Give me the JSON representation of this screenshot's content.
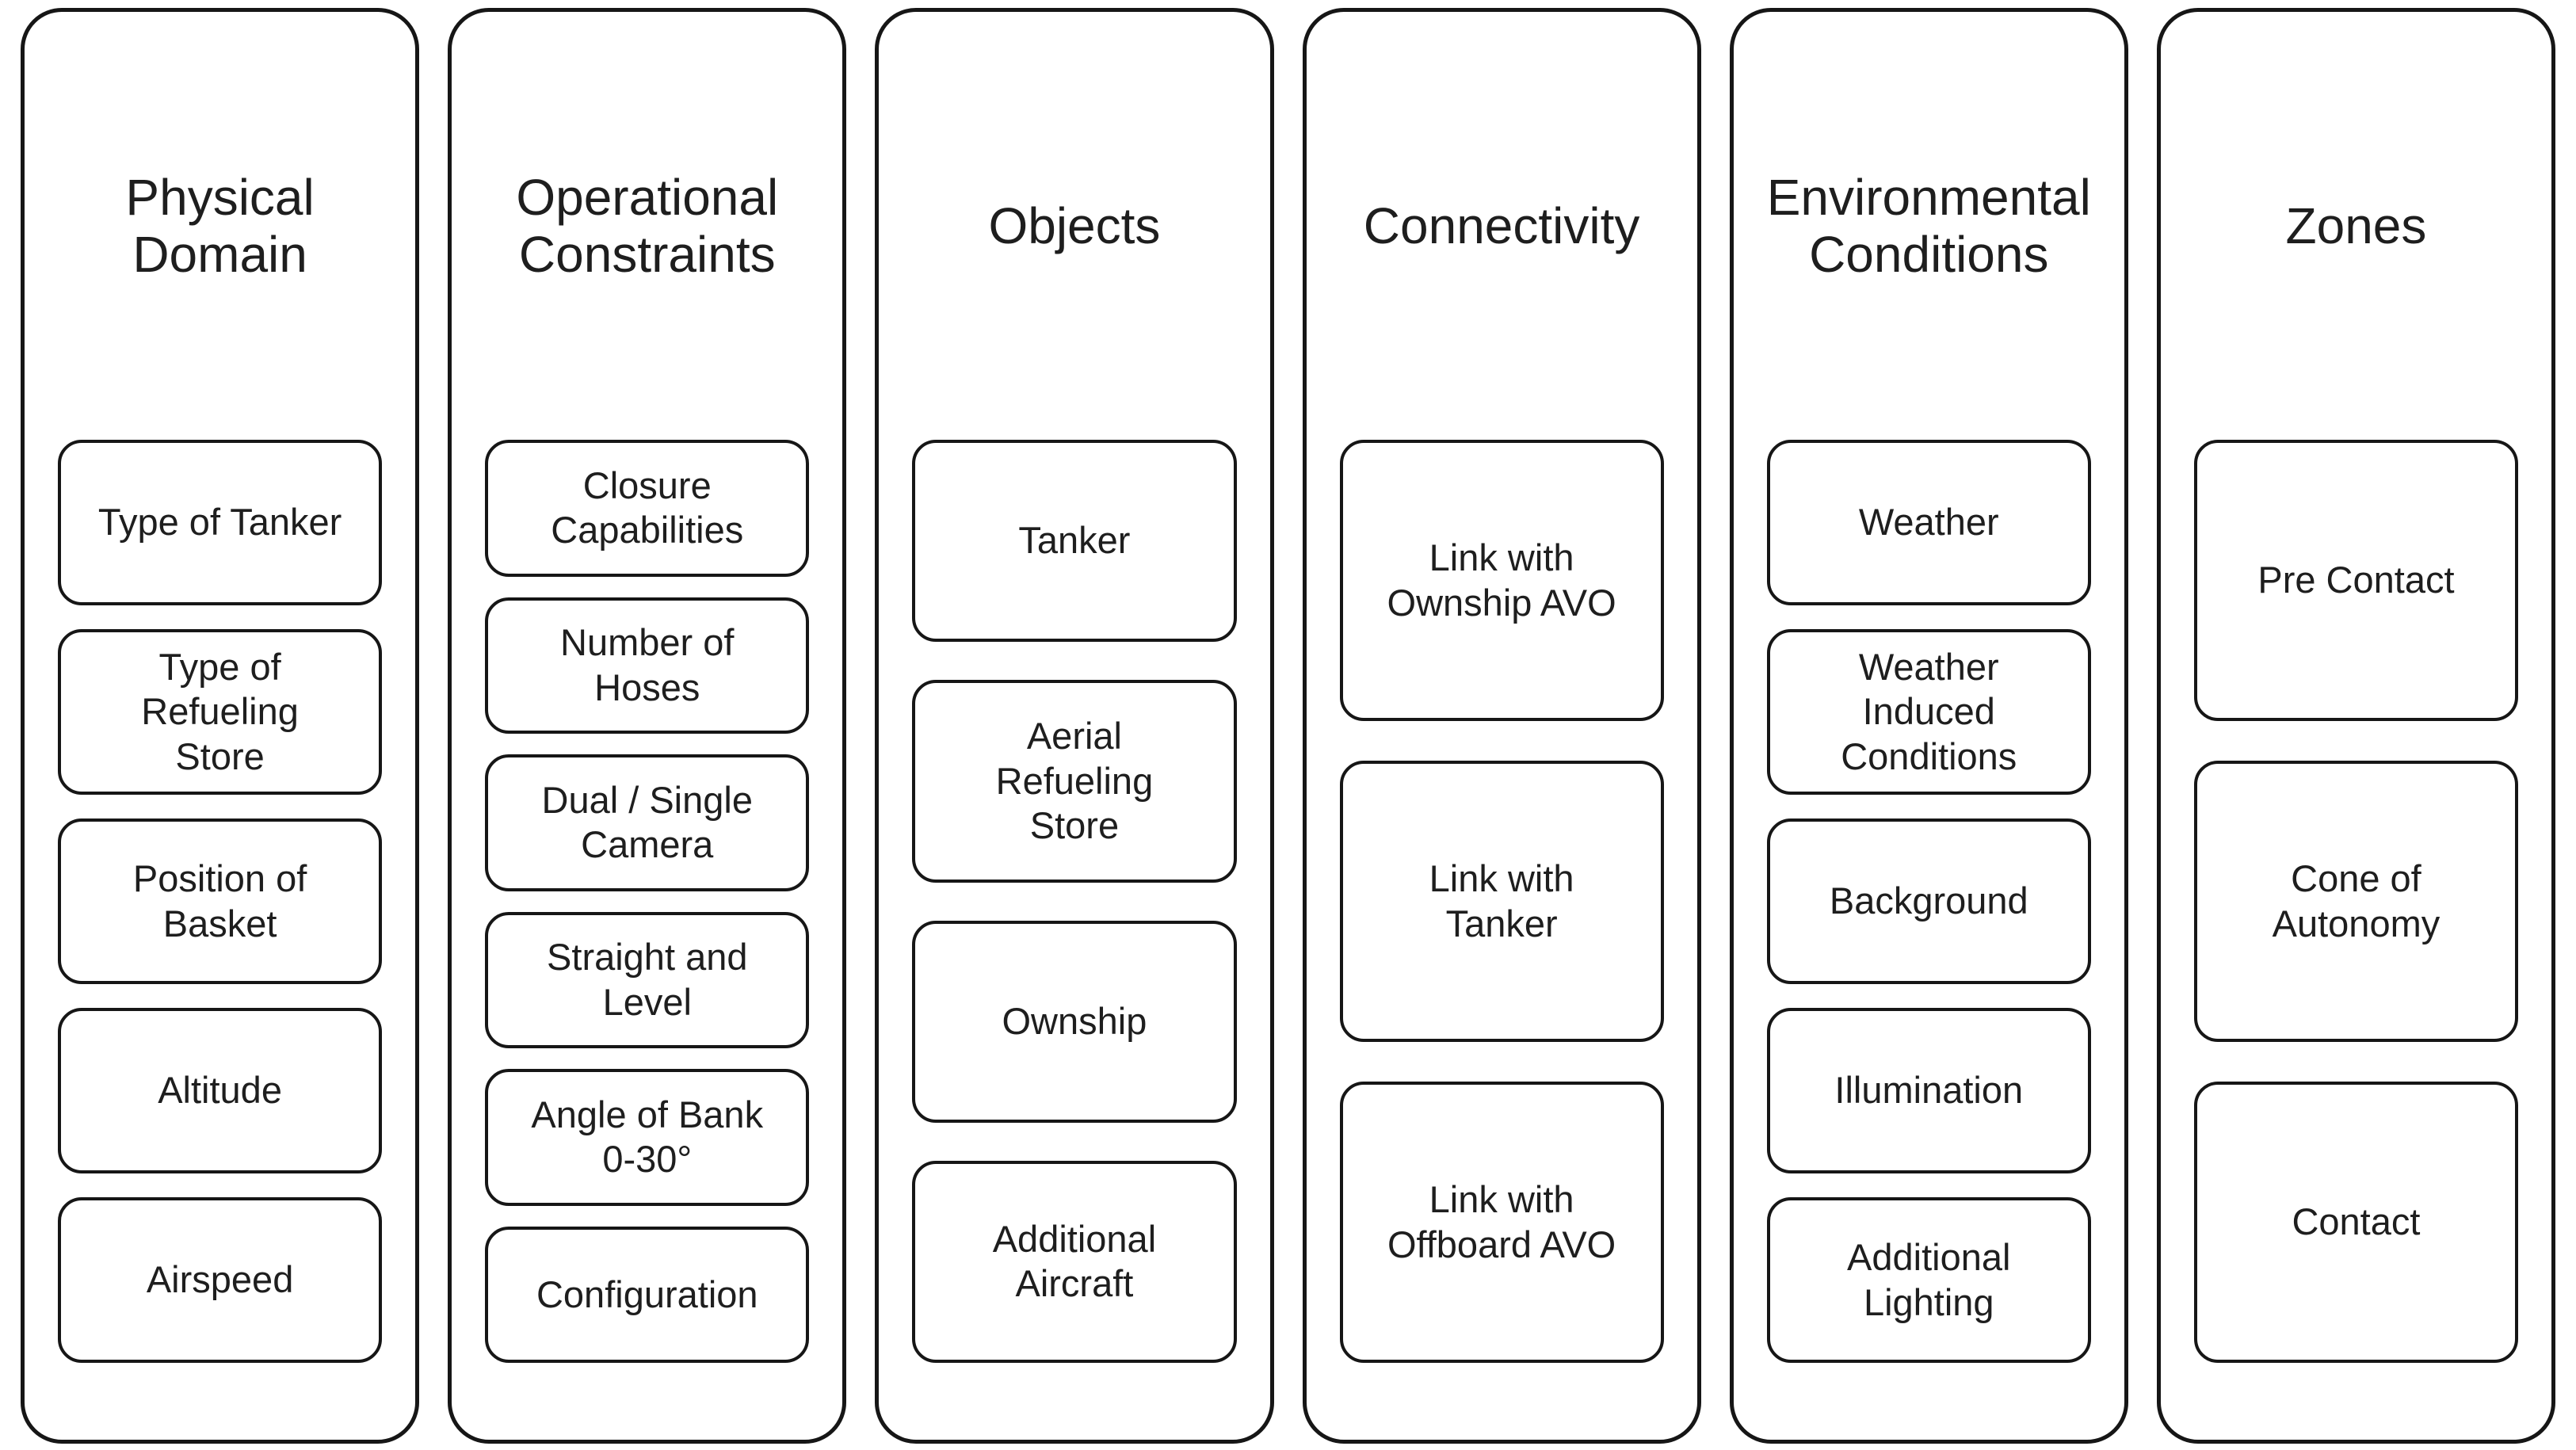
{
  "diagram": {
    "colors": {
      "border": "#161616",
      "text": "#1e1e1e",
      "background": "#ffffff"
    },
    "columns": [
      {
        "id": "physical-domain",
        "title": "Physical\nDomain",
        "boxes": [
          "Type of Tanker",
          "Type of\nRefueling\nStore",
          "Position of\nBasket",
          "Altitude",
          "Airspeed"
        ]
      },
      {
        "id": "operational-constraints",
        "title": "Operational\nConstraints",
        "boxes": [
          "Closure\nCapabilities",
          "Number of\nHoses",
          "Dual / Single\nCamera",
          "Straight and\nLevel",
          "Angle of Bank\n0-30°",
          "Configuration"
        ]
      },
      {
        "id": "objects",
        "title": "Objects",
        "boxes": [
          "Tanker",
          "Aerial\nRefueling\nStore",
          "Ownship",
          "Additional\nAircraft"
        ]
      },
      {
        "id": "connectivity",
        "title": "Connectivity",
        "boxes": [
          "Link with\nOwnship AVO",
          "Link with\nTanker",
          "Link with\nOffboard AVO"
        ]
      },
      {
        "id": "environmental-conditions",
        "title": "Environmental\nConditions",
        "boxes": [
          "Weather",
          "Weather\nInduced\nConditions",
          "Background",
          "Illumination",
          "Additional\nLighting"
        ]
      },
      {
        "id": "zones",
        "title": "Zones",
        "boxes": [
          "Pre Contact",
          "Cone of\nAutonomy",
          "Contact"
        ]
      }
    ]
  }
}
